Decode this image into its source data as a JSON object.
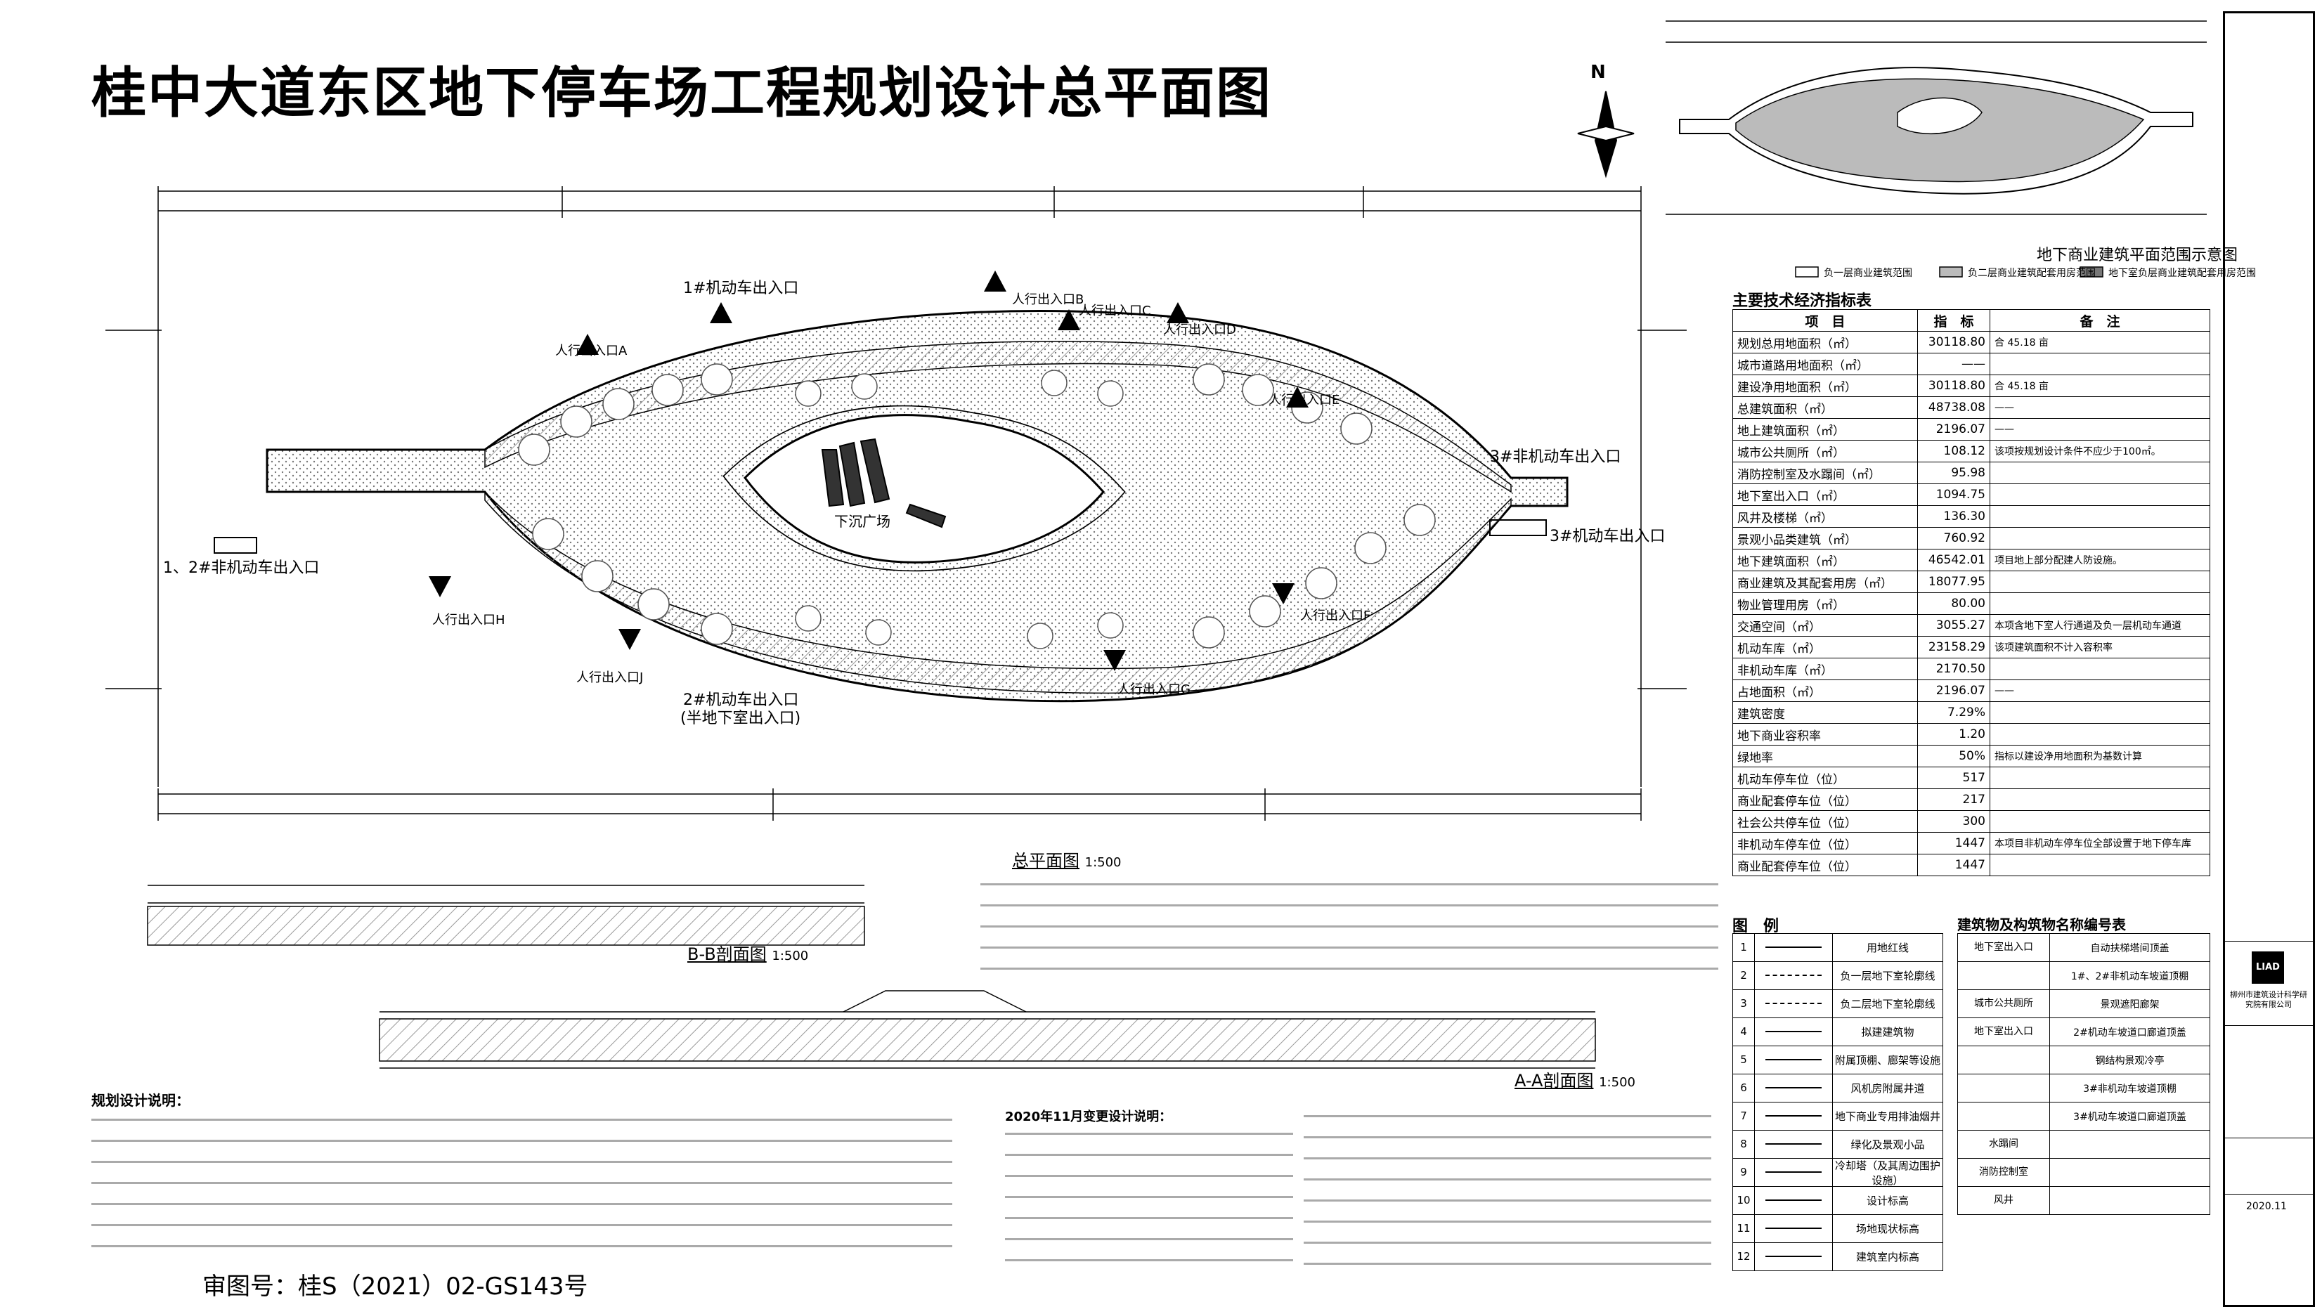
{
  "title": "桂中大道东区地下停车场工程规划设计总平面图",
  "north_label": "N",
  "plan": {
    "entrances": {
      "e1": "1#机动车出入口",
      "e2_title": "2#机动车出入口",
      "e2_note": "(半地下室出入口)",
      "e3_upper": "3#非机动车出入口",
      "e3_lower": "3#机动车出入口",
      "e12_left": "1、2#非机动车出入口"
    },
    "sunken_plaza": "下沉广场",
    "pedestrian": [
      "人行出入口A",
      "人行出入口B",
      "人行出入口C",
      "人行出入口D",
      "人行出入口E",
      "人行出入口F",
      "人行出入口G",
      "人行出入口H",
      "人行出入口J"
    ]
  },
  "captions": {
    "general_plan": "总平面图",
    "general_plan_scale": "1:500",
    "bb_section": "B-B剖面图",
    "bb_scale": "1:500",
    "aa_section": "A-A剖面图",
    "aa_scale": "1:500",
    "commercial_scope": "地下商业建筑平面范围示意图"
  },
  "commercial_legend": [
    "负一层商业建筑范围",
    "负二层商业建筑配套用房范围",
    "地下室负层商业建筑配套用房范围"
  ],
  "indicators": {
    "heading": "主要技术经济指标表",
    "columns": [
      "项　目",
      "指　标",
      "备　注"
    ],
    "rows": [
      {
        "item": "规划总用地面积（㎡）",
        "value": "30118.80",
        "note": "合 45.18 亩"
      },
      {
        "item": "城市道路用地面积（㎡）",
        "value": "——",
        "note": ""
      },
      {
        "item": "建设净用地面积（㎡）",
        "value": "30118.80",
        "note": "合 45.18 亩"
      },
      {
        "item": "总建筑面积（㎡）",
        "value": "48738.08",
        "note": "——"
      },
      {
        "item": "地上建筑面积（㎡）",
        "value": "2196.07",
        "note": "——"
      },
      {
        "item": "城市公共厕所（㎡）",
        "value": "108.12",
        "note": "该项按规划设计条件不应少于100㎡。"
      },
      {
        "item": "消防控制室及水蹋间（㎡）",
        "value": "95.98",
        "note": ""
      },
      {
        "item": "地下室出入口（㎡）",
        "value": "1094.75",
        "note": ""
      },
      {
        "item": "风井及楼梯（㎡）",
        "value": "136.30",
        "note": ""
      },
      {
        "item": "景观小品类建筑（㎡）",
        "value": "760.92",
        "note": ""
      },
      {
        "item": "地下建筑面积（㎡）",
        "value": "46542.01",
        "note": "项目地上部分配建人防设施。"
      },
      {
        "item": "商业建筑及其配套用房（㎡）",
        "value": "18077.95",
        "note": ""
      },
      {
        "item": "物业管理用房（㎡）",
        "value": "80.00",
        "note": ""
      },
      {
        "item": "交通空间（㎡）",
        "value": "3055.27",
        "note": "本项含地下室人行通道及负一层机动车通道"
      },
      {
        "item": "机动车库（㎡）",
        "value": "23158.29",
        "note": "该项建筑面积不计入容积率"
      },
      {
        "item": "非机动车库（㎡）",
        "value": "2170.50",
        "note": ""
      },
      {
        "item": "占地面积（㎡）",
        "value": "2196.07",
        "note": "——"
      },
      {
        "item": "建筑密度",
        "value": "7.29%",
        "note": ""
      },
      {
        "item": "地下商业容积率",
        "value": "1.20",
        "note": ""
      },
      {
        "item": "绿地率",
        "value": "50%",
        "note": "指标以建设净用地面积为基数计算"
      },
      {
        "item": "机动车停车位（位）",
        "value": "517",
        "note": ""
      },
      {
        "item": "商业配套停车位（位）",
        "value": "217",
        "note": ""
      },
      {
        "item": "社会公共停车位（位）",
        "value": "300",
        "note": ""
      },
      {
        "item": "非机动车停车位（位）",
        "value": "1447",
        "note": "本项目非机动车停车位全部设置于地下停车库"
      },
      {
        "item": "商业配套停车位（位）",
        "value": "1447",
        "note": ""
      }
    ]
  },
  "legend": {
    "heading": "图　例",
    "items": [
      {
        "no": "1",
        "label": "用地红线"
      },
      {
        "no": "2",
        "label": "负一层地下室轮廓线"
      },
      {
        "no": "3",
        "label": "负二层地下室轮廓线"
      },
      {
        "no": "4",
        "label": "拟建建筑物"
      },
      {
        "no": "5",
        "label": "附属顶棚、廊架等设施"
      },
      {
        "no": "6",
        "label": "风机房附属井道"
      },
      {
        "no": "7",
        "label": "地下商业专用排油烟井"
      },
      {
        "no": "8",
        "label": "绿化及景观小品"
      },
      {
        "no": "9",
        "label": "冷却塔（及其周边围护设施）"
      },
      {
        "no": "10",
        "label": "设计标高"
      },
      {
        "no": "11",
        "label": "场地现状标高"
      },
      {
        "no": "12",
        "label": "建筑室内标高"
      }
    ]
  },
  "buildings": {
    "heading": "建筑物及构筑物名称编号表",
    "rows": [
      {
        "group": "地下室出入口",
        "label": "自动扶梯塔间顶盖"
      },
      {
        "group": "",
        "label": "1#、2#非机动车坡道顶棚"
      },
      {
        "group": "城市公共厕所",
        "label": "景观遮阳廊架"
      },
      {
        "group": "地下室出入口",
        "label": "2#机动车坡道口廊道顶盖"
      },
      {
        "group": "",
        "label": "钢结构景观冷亭"
      },
      {
        "group": "",
        "label": "3#非机动车坡道顶棚"
      },
      {
        "group": "",
        "label": "3#机动车坡道口廊道顶盖"
      },
      {
        "group": "水蹋间",
        "label": ""
      },
      {
        "group": "消防控制室",
        "label": ""
      },
      {
        "group": "风井",
        "label": ""
      }
    ]
  },
  "notes": {
    "heading": "规划设计说明：",
    "change_heading": "2020年11月变更设计说明：",
    "audit": "审图号：桂S（2021）02-GS143号"
  },
  "title_block": {
    "company": "柳州市建筑设计科学研究院有限公司",
    "logo_text": "LIAD",
    "date": "2020.11"
  },
  "colors": {
    "line": "#000000",
    "hatch": "#8a8a8a",
    "tree": "#555555"
  }
}
